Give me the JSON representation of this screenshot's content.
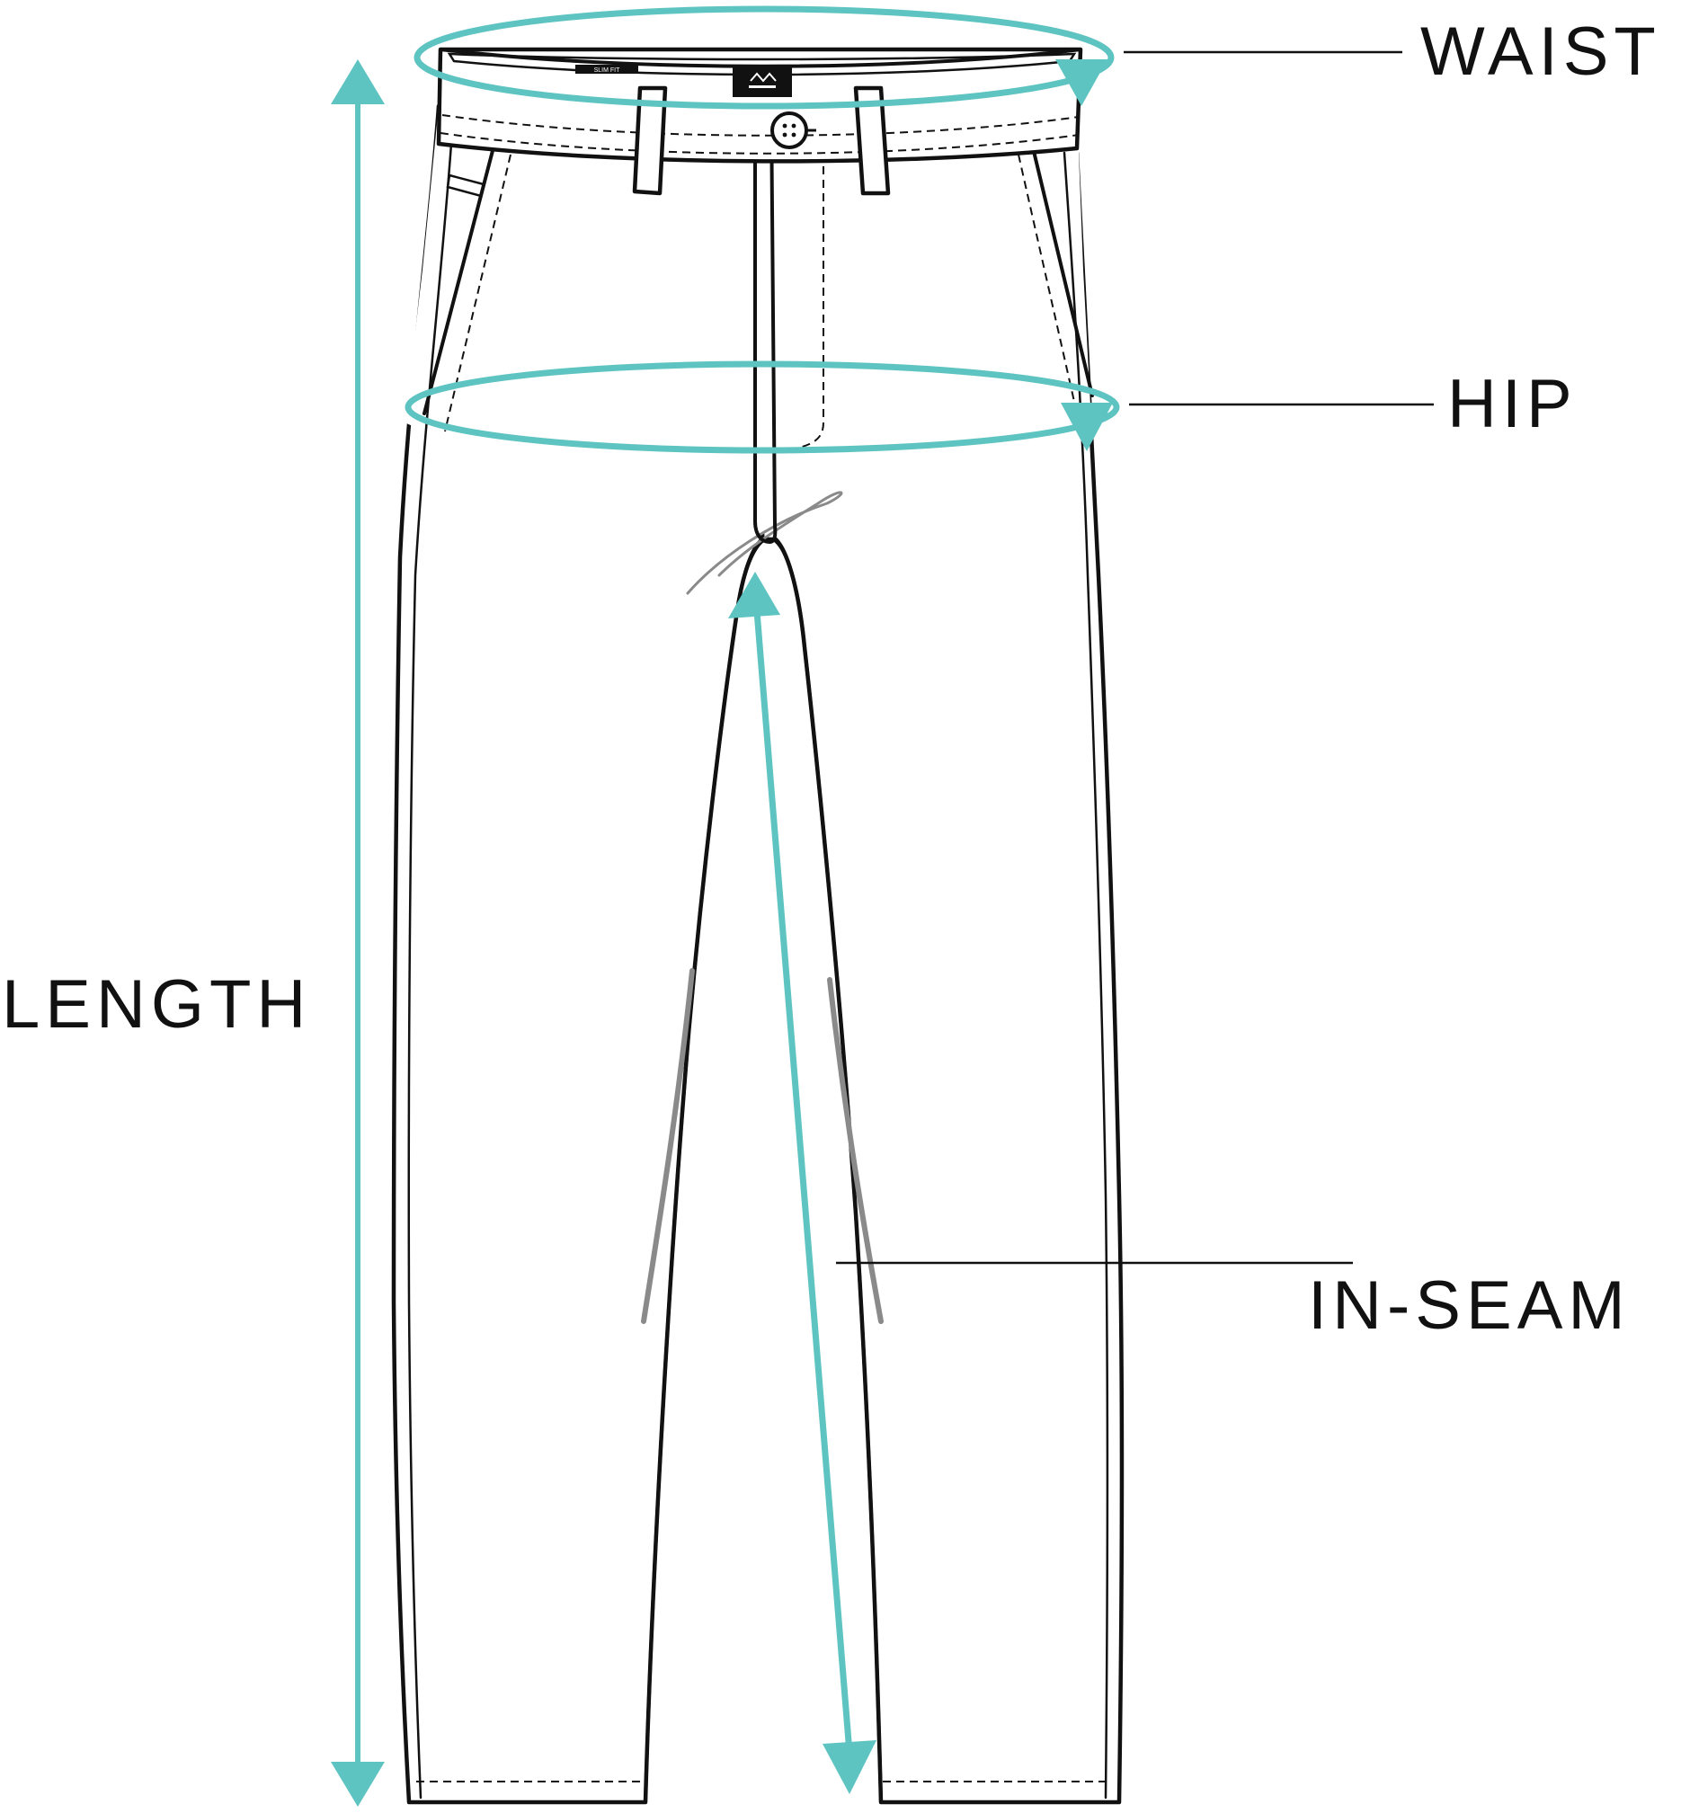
{
  "labels": {
    "waist": "WAIST",
    "hip": "HIP",
    "length": "LENGTH",
    "inseam": "IN-SEAM"
  },
  "waistband_tag": "SLIM FIT",
  "colors": {
    "measure": "#5ec4c1",
    "outline": "#111111",
    "background": "#ffffff"
  },
  "icons": [
    "brand-logo-icon",
    "button-icon"
  ]
}
